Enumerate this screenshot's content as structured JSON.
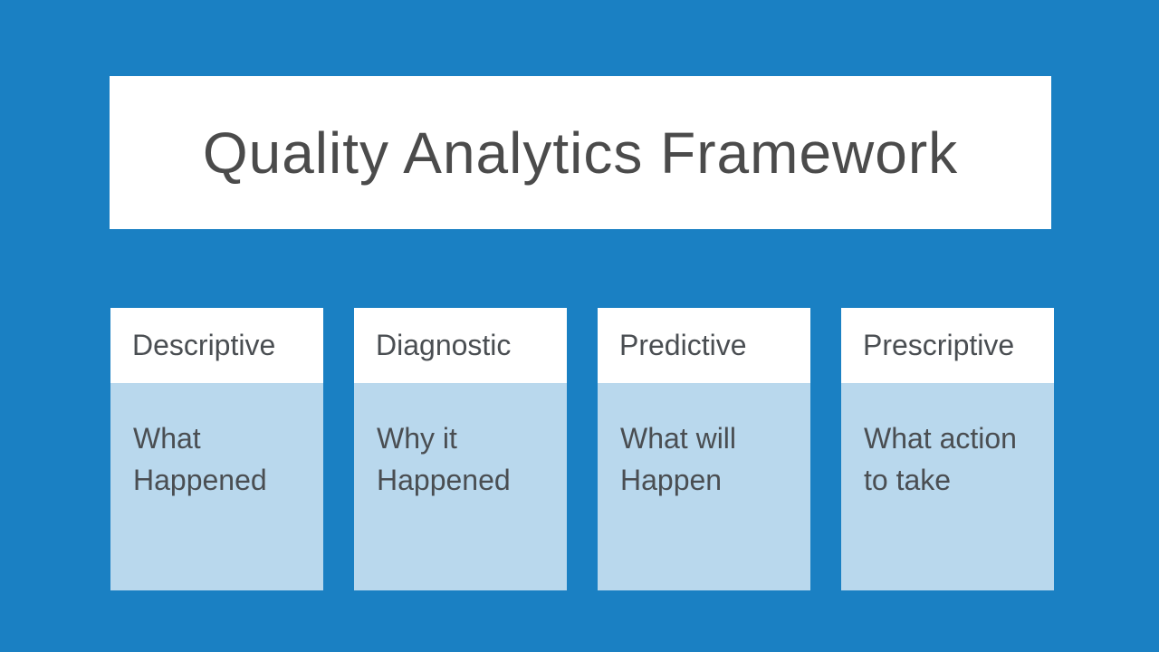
{
  "slide": {
    "title": "Quality Analytics Framework",
    "colors": {
      "background": "#1a80c3",
      "card_header_bg": "#ffffff",
      "card_body_bg": "#b9d8ed",
      "title_text": "#4b4b4b",
      "card_text": "#4a4e52"
    },
    "cards": [
      {
        "header": "Descriptive",
        "body": "What Happened"
      },
      {
        "header": "Diagnostic",
        "body": "Why it Happened"
      },
      {
        "header": "Predictive",
        "body": "What will Happen"
      },
      {
        "header": "Prescriptive",
        "body": "What action to take"
      }
    ]
  }
}
